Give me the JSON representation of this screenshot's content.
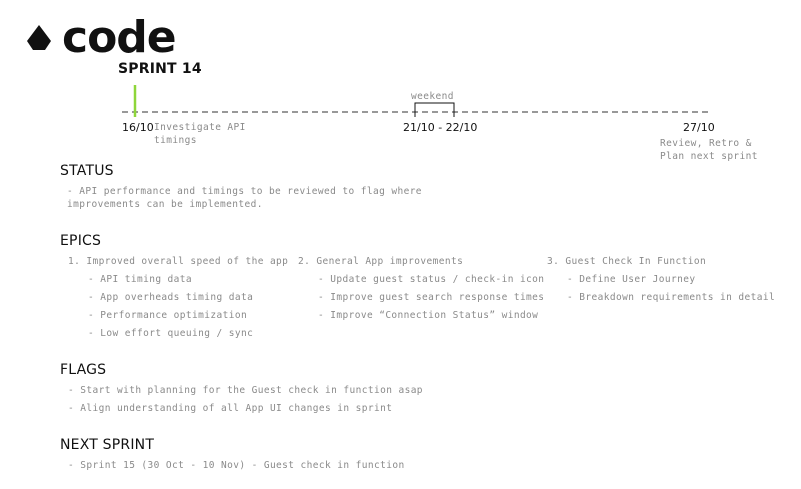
{
  "brand": {
    "logo_text": "code"
  },
  "sprint": {
    "title": "SPRINT 14"
  },
  "timeline": {
    "start_date": "16/10",
    "start_note": "Investigate API\ntimings",
    "weekend_label": "weekend",
    "weekend_dates": "21/10 - 22/10",
    "end_date": "27/10",
    "end_note": "Review, Retro &\nPlan next sprint",
    "accent_color": "#8ed63a"
  },
  "status": {
    "heading": "STATUS",
    "text": "- API performance and timings to be reviewed to flag where improvements can be implemented."
  },
  "epics": {
    "heading": "EPICS",
    "columns": [
      {
        "title": "1. Improved overall speed of the app",
        "items": [
          "- API timing data",
          "- App overheads timing data",
          "- Performance optimization",
          "- Low effort queuing / sync"
        ]
      },
      {
        "title": "2. General App improvements",
        "items": [
          "- Update guest status / check-in icon",
          "- Improve guest search response times",
          "- Improve “Connection Status” window"
        ]
      },
      {
        "title": "3. Guest Check In Function",
        "items": [
          "- Define User Journey",
          "- Breakdown requirements in detail"
        ]
      }
    ]
  },
  "flags": {
    "heading": "FLAGS",
    "items": [
      "- Start with planning for the Guest check in function asap",
      "- Align understanding of all App UI changes in sprint"
    ]
  },
  "next_sprint": {
    "heading": "NEXT SPRINT",
    "items": [
      "- Sprint 15 (30 Oct - 10 Nov) - Guest check in function"
    ]
  }
}
